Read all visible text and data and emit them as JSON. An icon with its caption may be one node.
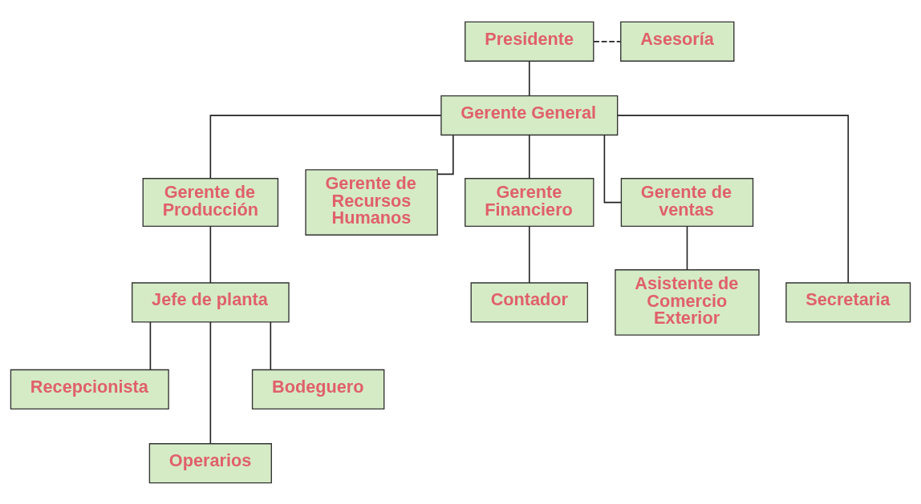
{
  "diagram": {
    "nodes": [
      {
        "text": [
          "Presidente"
        ]
      },
      {
        "text": [
          "Asesoría"
        ]
      },
      {
        "text": [
          "Gerente General"
        ]
      },
      {
        "text": [
          "Gerente de Producción"
        ]
      },
      {
        "text": [
          "Gerente de Recursos Humanos"
        ]
      },
      {
        "text": [
          "Gerente Financiero"
        ]
      },
      {
        "text": [
          "Gerente de ventas"
        ]
      },
      {
        "text": [
          "Jefe de planta"
        ]
      },
      {
        "text": [
          "Secretaria"
        ]
      },
      {
        "text": [
          "Contador"
        ]
      },
      {
        "text": [
          "Asistente de Comercio Exterior"
        ]
      },
      {
        "text": [
          "Recepcionista"
        ]
      },
      {
        "text": [
          "Operarios"
        ]
      },
      {
        "text": [
          "Bodeguero"
        ]
      }
    ],
    "edges": [
      {
        "from": 0,
        "to": 2,
        "arrow": "none"
      },
      {
        "from": 0,
        "to": 1,
        "arrow": "none",
        "style": "dashed"
      },
      {
        "from": 2,
        "to": 3,
        "arrow": "none"
      },
      {
        "from": 2,
        "to": 4,
        "arrow": "none"
      },
      {
        "from": 2,
        "to": 8,
        "arrow": "none"
      },
      {
        "from": 2,
        "to": 5,
        "arrow": "none"
      },
      {
        "from": 2,
        "to": 6,
        "arrow": "none"
      },
      {
        "from": 3,
        "to": 7,
        "arrow": "none"
      },
      {
        "from": 5,
        "to": 9,
        "arrow": "none"
      },
      {
        "from": 6,
        "to": 10,
        "arrow": "none"
      },
      {
        "from": 7,
        "to": 11,
        "arrow": "none"
      },
      {
        "from": 7,
        "to": 12,
        "arrow": "none"
      },
      {
        "from": 7,
        "to": 13,
        "arrow": "none"
      }
    ]
  }
}
